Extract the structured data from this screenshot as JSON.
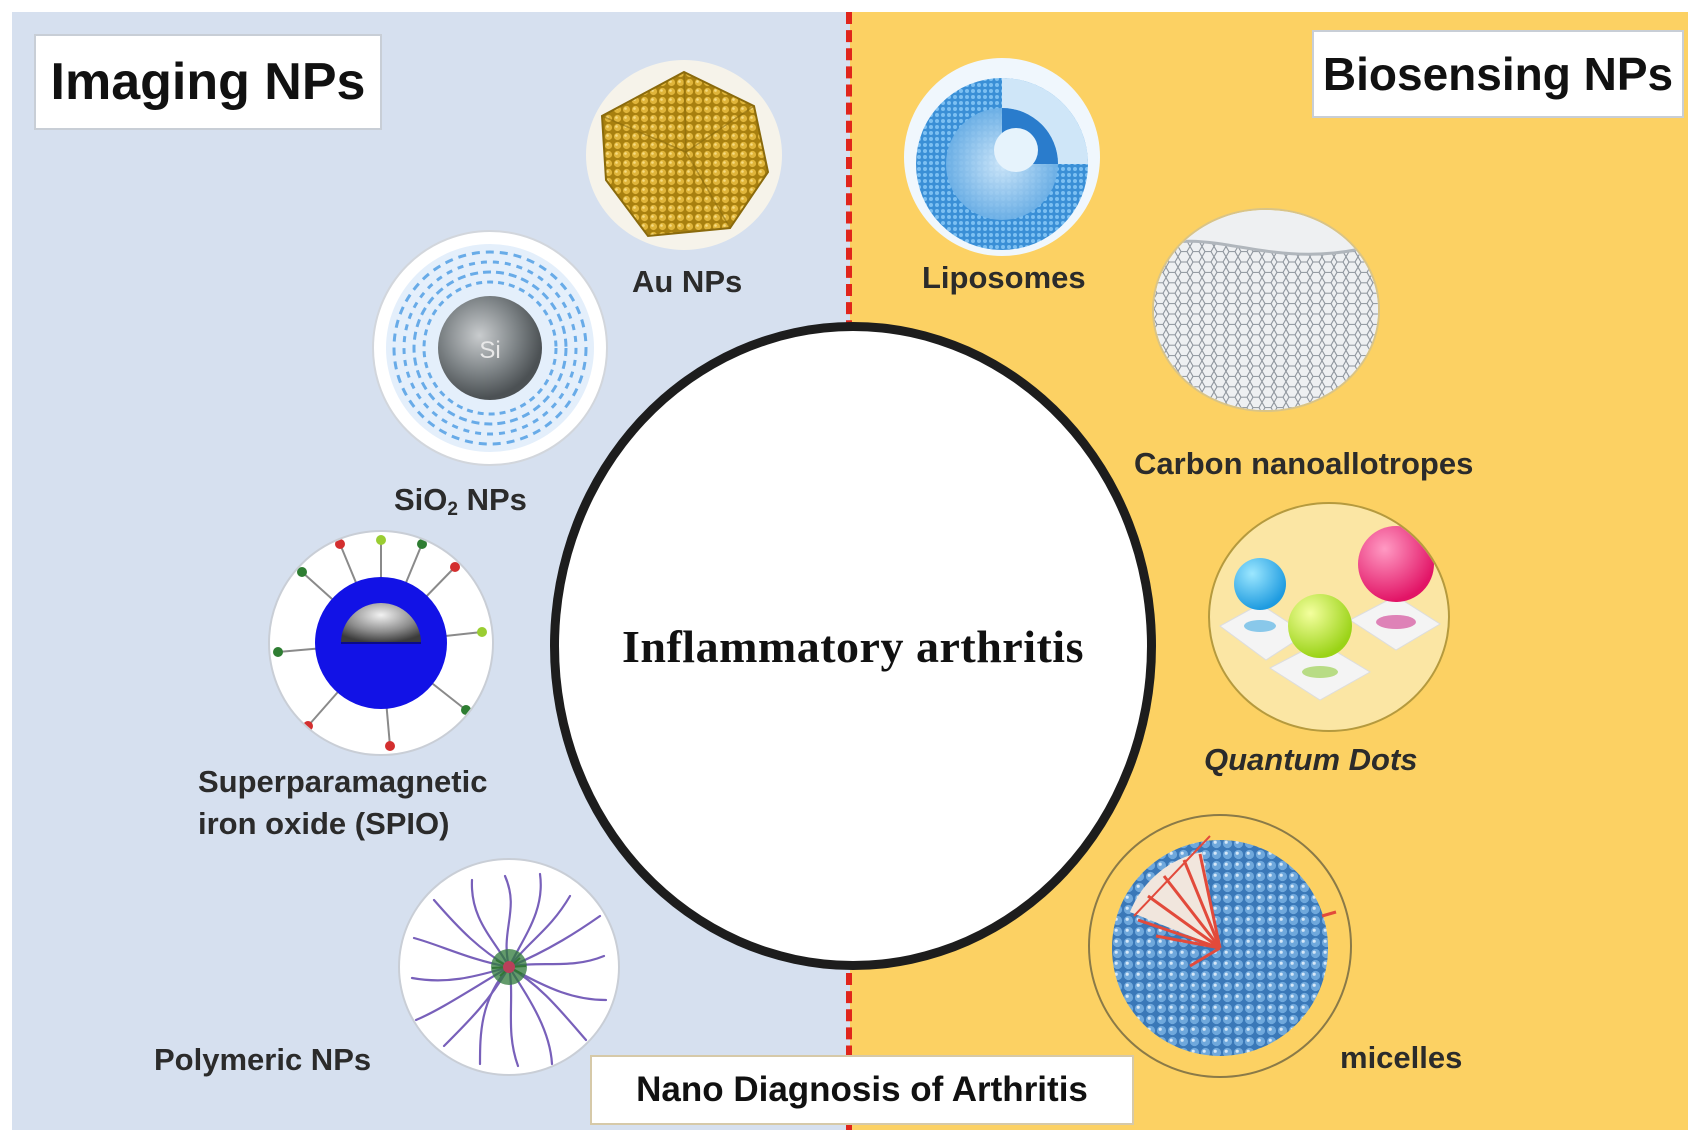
{
  "colors": {
    "left_bg": "#d6e0ef",
    "right_bg": "#fcd163",
    "divider": "#e0251b",
    "center_border": "#1d1d1d"
  },
  "left_panel": {
    "title": "Imaging NPs"
  },
  "right_panel": {
    "title": "Biosensing NPs"
  },
  "center": {
    "text": "Inflammatory arthritis"
  },
  "footer": {
    "title": "Nano Diagnosis of Arthritis"
  },
  "imaging_nps": {
    "au": {
      "label": "Au NPs",
      "icon": "gold-nanoparticle-icon"
    },
    "sio2": {
      "label_pre": "SiO",
      "label_sub": "2",
      "label_post": " NPs",
      "core_text": "Si",
      "icon": "silica-nanoparticle-icon"
    },
    "spio": {
      "label_line1": "Superparamagnetic",
      "label_line2": "iron oxide (SPIO)",
      "icon": "spio-nanoparticle-icon"
    },
    "polymeric": {
      "label": "Polymeric NPs",
      "icon": "polymeric-nanoparticle-icon"
    }
  },
  "biosensing_nps": {
    "liposomes": {
      "label": "Liposomes",
      "icon": "liposome-icon"
    },
    "carbon": {
      "label": "Carbon nanoallotropes",
      "icon": "carbon-nanoallotrope-icon"
    },
    "quantum_dots": {
      "label": "Quantum Dots",
      "icon": "quantum-dots-icon"
    },
    "micelles": {
      "label": "micelles",
      "icon": "micelle-icon"
    }
  }
}
